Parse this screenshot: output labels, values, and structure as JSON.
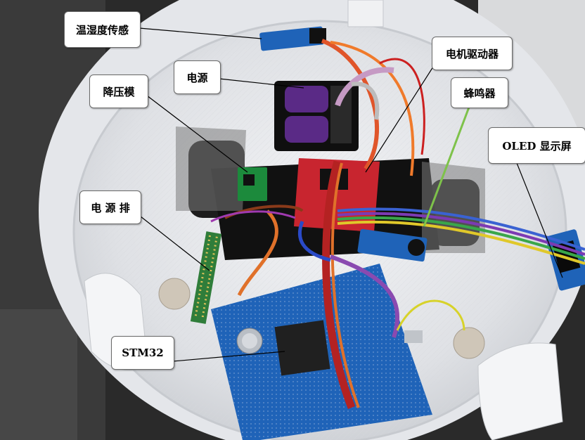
{
  "labels": {
    "humidity_sensor": "温湿度传感",
    "power": "电源",
    "step_down_module": "降压模",
    "motor_driver": "电机驱动器",
    "buzzer": "蜂鸣器",
    "oled_display": "OLED 显示屏",
    "power_header": "电 源 排",
    "stm32": "STM32"
  },
  "colors": {
    "enclosure": "#e9ebee",
    "pcb_blue": "#1f63b8",
    "pcb_red": "#c8252f",
    "battery_purple": "#5a2a86",
    "callout_green": "#7ec24a",
    "callout_black": "#000000"
  }
}
